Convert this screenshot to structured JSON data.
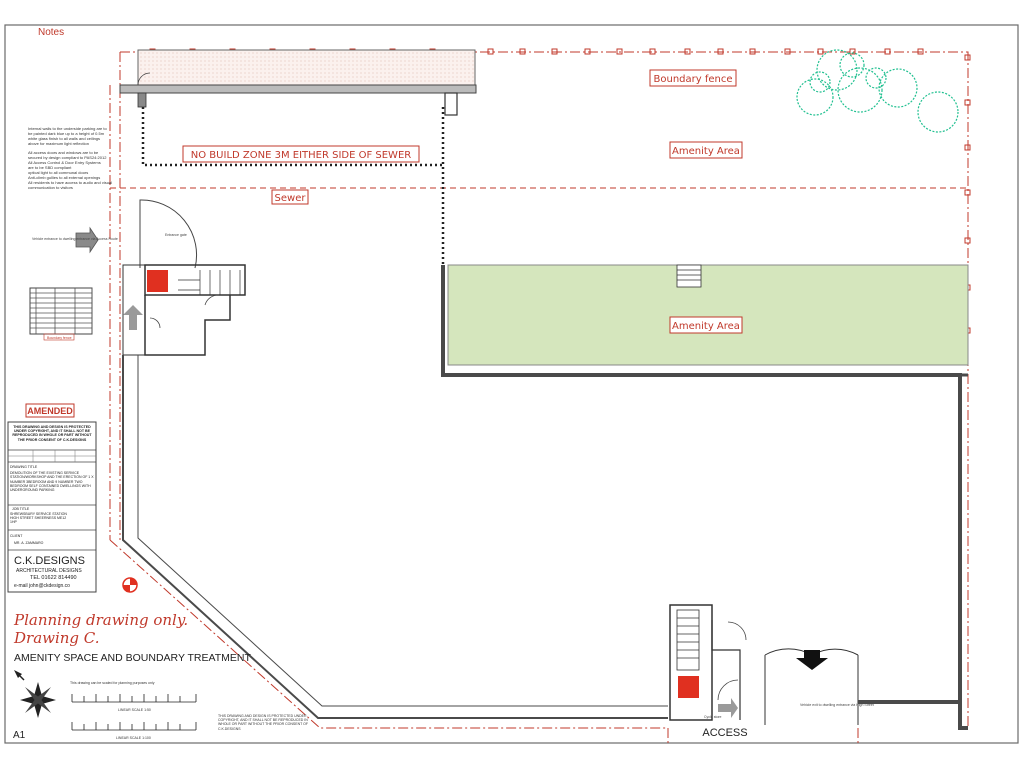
{
  "header": {
    "notes_label": "Notes"
  },
  "labels": {
    "boundary_fence": "Boundary fence",
    "amenity_area_top": "Amenity Area",
    "amenity_area_lawn": "Amenity Area",
    "no_build_zone": "NO BUILD ZONE 3M EITHER SIDE OF SEWER",
    "sewer": "Sewer",
    "access": "ACCESS",
    "boundary_fence_detail": "Boundary fence"
  },
  "notes_text": [
    "Internal walls to the underside parking are to",
    "be painted dark blue up to a height of 0.5m",
    "white glass finish to all walls and ceilings",
    "above for maximum light reflection",
    "All access doors and windows are to be",
    "secured by design compliant to PAS24:2012",
    "All Access Control & Door Entry Systems",
    "are to be SBD compliant",
    "optical light to all communal doors",
    "Anti-climb gullies to all external openings",
    "All residents to have access to audio and visual",
    "communication to visitors"
  ],
  "amended_stamp": "AMENDED",
  "title_block": {
    "copyright": "THIS DRAWING AND DESIGN IS PROTECTED UNDER COPYRIGHT, AND IT SHALL NOT BE REPRODUCED IN WHOLE OR PART WITHOUT THE PRIOR CONSENT OF C.K.DESIGNS",
    "drawing_title_label": "DRAWING TITLE",
    "drawing_title": "DEMOLITION OF THE EXISTING SERVICE STATION/WORKSHOP AND THE ERECTION OF 1 X NUMBER 3BEDROOM AND 9 NUMBER TWO BEDROOM SELF CONTAINED DWELLINGS WITH UNDERGROUND PARKING",
    "job_title_label": "JOB TITLE",
    "job_title": "SHREWSBURY SERVICE STATION HIGH STREET SHEERNESS ME12 1HP",
    "client_label": "CLIENT",
    "client": "MR. A. ZAMMARO",
    "firm_name": "C.K.DESIGNS",
    "firm_sub": "ARCHITECTURAL DESIGNS",
    "tel": "TEL  01622 814490",
    "email": "e-mail    john@ckdesign.co",
    "sheet_size": "A1"
  },
  "footer": {
    "planning_line1": "Planning  drawing  only.",
    "planning_line2": "Drawing  C.",
    "subtitle": "AMENITY SPACE AND BOUNDARY TREATMENT",
    "scale_note": "This drawing can be scaled for planning purposes only",
    "scale1_label": "LINEAR SCALE 1:50",
    "scale2_label": "LINEAR SCALE 1:100",
    "copyright_note": "THIS DRAWING AND DESIGN IS PROTECTED UNDER COPYRIGHT, AND IT SHALL NOT BE REPRODUCED IN WHOLE OR PART WITHOUT THE PRIOR CONSENT OF C.K.DESIGNS"
  },
  "small_notes": {
    "vehicle_entrance_left": "Vehicle entrance to dwelling entrance via Access Route",
    "vehicle_exit": "Vehicle exit to dwelling entrance via High Street",
    "entrance_gate": "Entrance gate",
    "cycle_store": "Cycle store"
  },
  "colors": {
    "red": "#c0392b",
    "lawn": "#d5e6bd",
    "tree": "#20c090",
    "wall": "#4a4a4a",
    "hatch_red": "#e03020"
  }
}
